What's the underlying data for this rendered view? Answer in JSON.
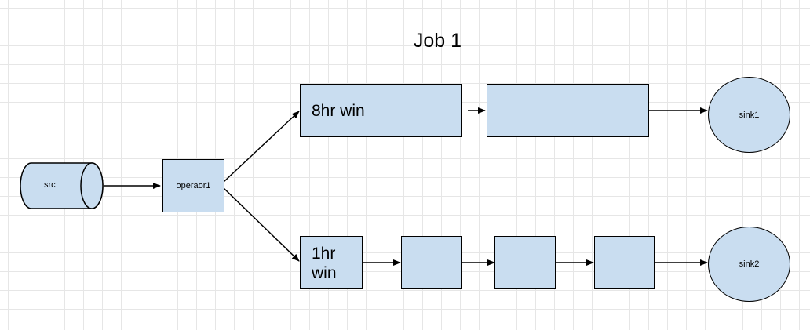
{
  "title": "Job 1",
  "colors": {
    "fill": "#c9ddf0",
    "stroke": "#000000",
    "grid": "#e6e6e6"
  },
  "nodes": {
    "src": "src",
    "operator": "operaor1",
    "window_8hr": "8hr win",
    "window_8hr_next": "",
    "sink1": "sink1",
    "window_1hr": "1hr\nwin",
    "step_a": "",
    "step_b": "",
    "step_c": "",
    "sink2": "sink2"
  },
  "edges": [
    {
      "from": "src",
      "to": "operator"
    },
    {
      "from": "operator",
      "to": "window_8hr"
    },
    {
      "from": "operator",
      "to": "window_1hr"
    },
    {
      "from": "window_8hr",
      "to": "window_8hr_next"
    },
    {
      "from": "window_8hr_next",
      "to": "sink1"
    },
    {
      "from": "window_1hr",
      "to": "step_a"
    },
    {
      "from": "step_a",
      "to": "step_b"
    },
    {
      "from": "step_b",
      "to": "step_c"
    },
    {
      "from": "step_c",
      "to": "sink2"
    }
  ]
}
